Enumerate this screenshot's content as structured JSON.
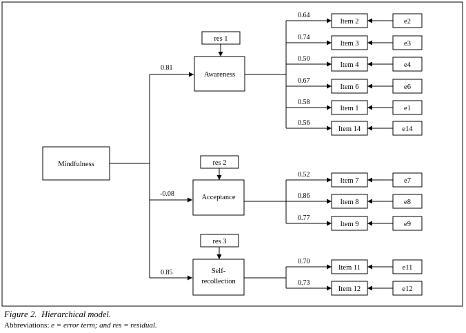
{
  "latent": {
    "mindfulness": "Mindfulness",
    "awareness": "Awareness",
    "acceptance": "Acceptance",
    "selfrecollection_line1": "Self-",
    "selfrecollection_line2": "recollection"
  },
  "residuals": [
    "res 1",
    "res 2",
    "res 3"
  ],
  "path_coefficients": {
    "awareness": "0.81",
    "acceptance": "-0.08",
    "selfrecollection": "0.85"
  },
  "awareness_items": [
    {
      "item": "Item 2",
      "loading": "0.64",
      "error": "e2"
    },
    {
      "item": "Item 3",
      "loading": "0.74",
      "error": "e3"
    },
    {
      "item": "Item 4",
      "loading": "0.50",
      "error": "e4"
    },
    {
      "item": "Item 6",
      "loading": "0.67",
      "error": "e6"
    },
    {
      "item": "Item 1",
      "loading": "0.58",
      "error": "e1"
    },
    {
      "item": "Item 14",
      "loading": "0.56",
      "error": "e14"
    }
  ],
  "acceptance_items": [
    {
      "item": "Item 7",
      "loading": "0.52",
      "error": "e7"
    },
    {
      "item": "Item 8",
      "loading": "0.86",
      "error": "e8"
    },
    {
      "item": "Item 9",
      "loading": "0.77",
      "error": "e9"
    }
  ],
  "selfrecollection_items": [
    {
      "item": "Item 11",
      "loading": "0.70",
      "error": "e11"
    },
    {
      "item": "Item 12",
      "loading": "0.73",
      "error": "e12"
    }
  ],
  "caption": {
    "figure_number": "Figure 2.",
    "figure_title": "Hierarchical model.",
    "abbrev_prefix": "Abbreviations: ",
    "abbrev_text": "e = error term; and res = residual."
  }
}
